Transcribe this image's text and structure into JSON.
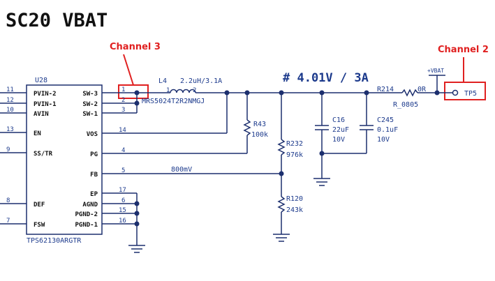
{
  "title": "SC20  VBAT",
  "annotations": {
    "channel3": "Channel 3",
    "channel2": "Channel 2"
  },
  "ic": {
    "ref": "U28",
    "part": "TPS62130ARGTR",
    "left_pins": [
      {
        "num": "11",
        "name": "PVIN-2"
      },
      {
        "num": "12",
        "name": "PVIN-1"
      },
      {
        "num": "10",
        "name": "AVIN"
      },
      {
        "num": "13",
        "name": "EN"
      },
      {
        "num": "9",
        "name": "SS/TR"
      },
      {
        "num": "8",
        "name": "DEF"
      },
      {
        "num": "7",
        "name": "FSW"
      }
    ],
    "right_pins": [
      {
        "num": "1",
        "name": "SW-3"
      },
      {
        "num": "2",
        "name": "SW-2"
      },
      {
        "num": "3",
        "name": "SW-1"
      },
      {
        "num": "14",
        "name": "VOS"
      },
      {
        "num": "4",
        "name": "PG"
      },
      {
        "num": "5",
        "name": "FB"
      },
      {
        "num": "17",
        "name": "EP"
      },
      {
        "num": "6",
        "name": "AGND"
      },
      {
        "num": "15",
        "name": "PGND-2"
      },
      {
        "num": "16",
        "name": "PGND-1"
      }
    ]
  },
  "inductor": {
    "ref": "L4",
    "value": "2.2uH/3.1A",
    "part": "MRS5024T2R2NMGJ",
    "pin1": "1",
    "pin2": "2"
  },
  "net_label": "# 4.01V / 3A",
  "fb_label": "800mV",
  "resistors": {
    "r43": {
      "ref": "R43",
      "value": "100k"
    },
    "r232": {
      "ref": "R232",
      "value": "976k"
    },
    "r120": {
      "ref": "R120",
      "value": "243k"
    },
    "r214": {
      "ref": "R214",
      "value": "0R",
      "footprint": "R_0805"
    }
  },
  "capacitors": {
    "c16": {
      "ref": "C16",
      "value": "22uF",
      "voltage": "10V"
    },
    "c245": {
      "ref": "C245",
      "value": "0.1uF",
      "voltage": "10V"
    }
  },
  "power_label": "+VBAT",
  "testpoint": "TP5"
}
